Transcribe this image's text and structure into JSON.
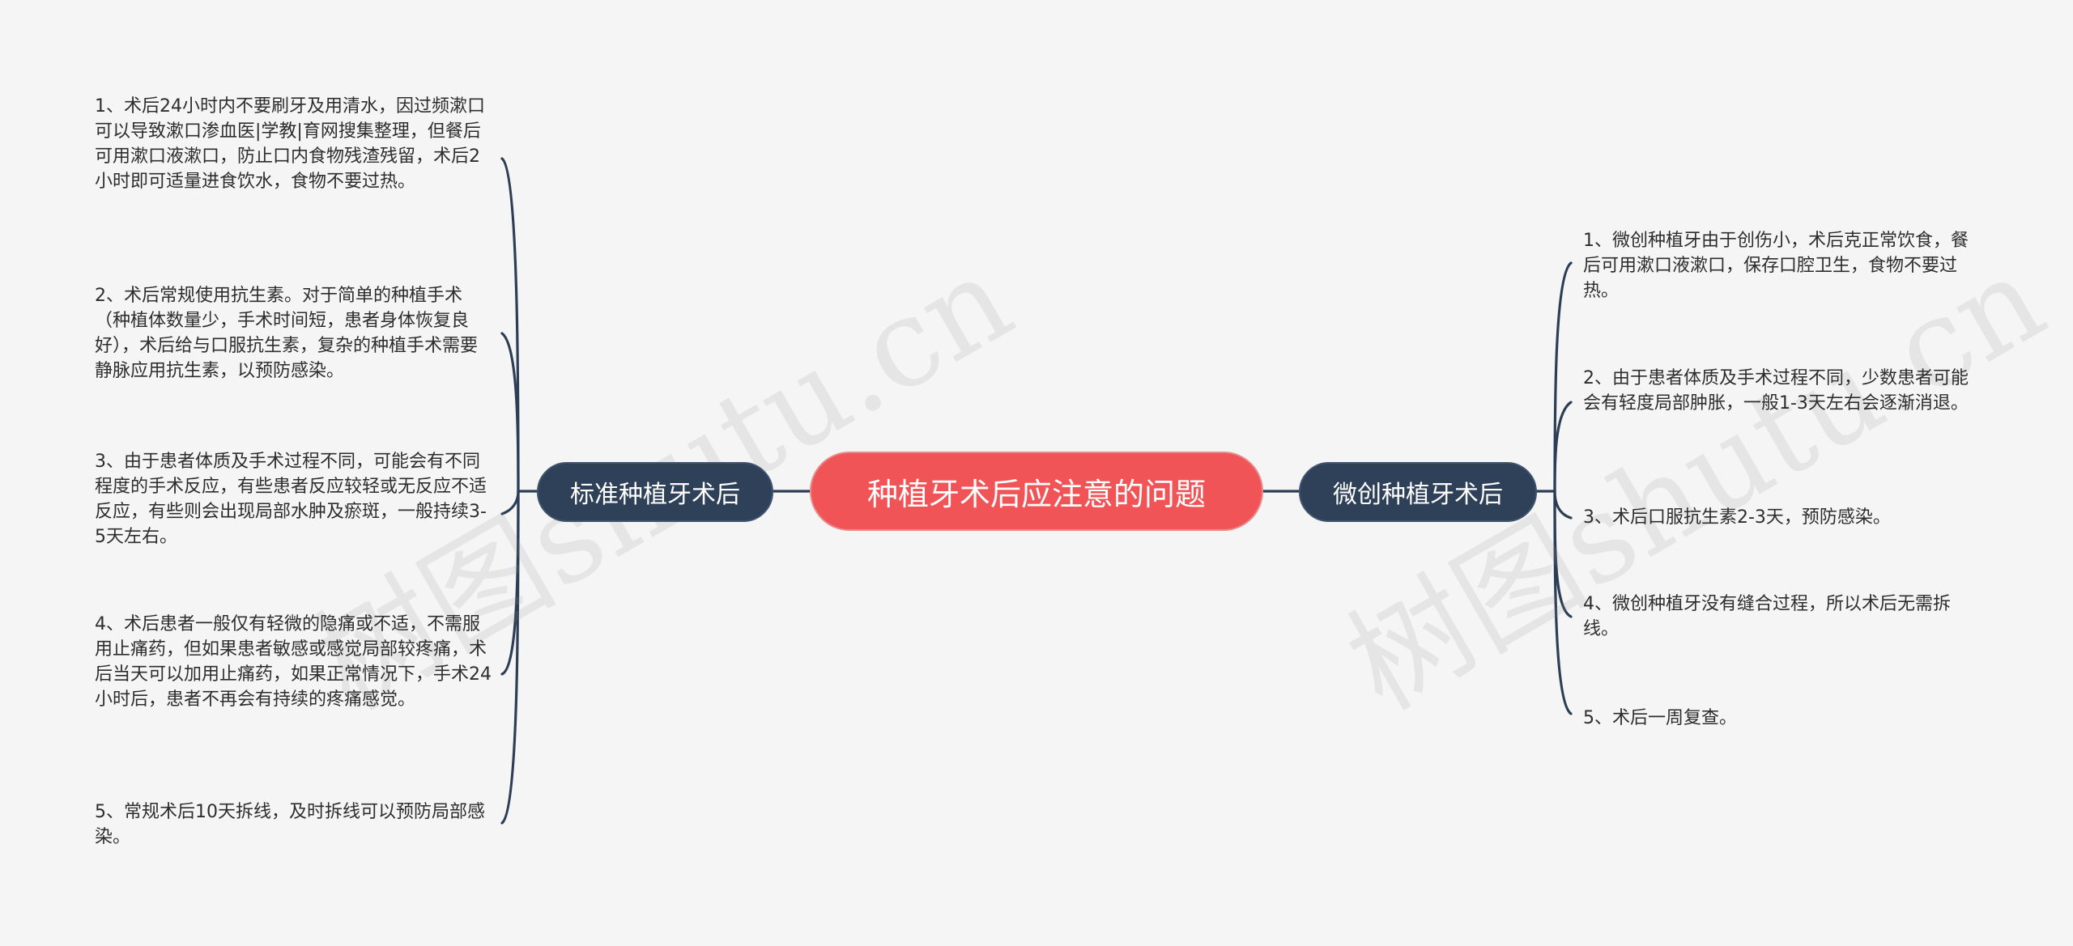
{
  "mindmap": {
    "root": "种植牙术后应注意的问题",
    "left_branch": {
      "label": "标准种植牙术后",
      "items": [
        "1、术后24小时内不要刷牙及用清水，因过频漱口可以导致漱口渗血医|学教|育网搜集整理，但餐后可用漱口液漱口，防止口内食物残渣残留，术后2小时即可适量进食饮水，食物不要过热。",
        "2、术后常规使用抗生素。对于简单的种植手术（种植体数量少，手术时间短，患者身体恢复良好），术后给与口服抗生素，复杂的种植手术需要静脉应用抗生素，以预防感染。",
        "3、由于患者体质及手术过程不同，可能会有不同程度的手术反应，有些患者反应较轻或无反应不适反应，有些则会出现局部水肿及瘀斑，一般持续3-5天左右。",
        "4、术后患者一般仅有轻微的隐痛或不适，不需服用止痛药，但如果患者敏感或感觉局部较疼痛，术后当天可以加用止痛药，如果正常情况下，手术24小时后，患者不再会有持续的疼痛感觉。",
        "5、常规术后10天拆线，及时拆线可以预防局部感染。"
      ]
    },
    "right_branch": {
      "label": "微创种植牙术后",
      "items": [
        "1、微创种植牙由于创伤小，术后克正常饮食，餐后可用漱口液漱口，保存口腔卫生，食物不要过热。",
        "2、由于患者体质及手术过程不同，少数患者可能会有轻度局部肿胀，一般1-3天左右会逐渐消退。",
        "3、术后口服抗生素2-3天，预防感染。",
        "4、微创种植牙没有缝合过程，所以术后无需拆线。",
        "5、术后一周复查。"
      ]
    }
  },
  "watermark": {
    "text": "树图shutu.cn"
  },
  "colors": {
    "background": "#f5f5f5",
    "root_fill": "#f05456",
    "branch_fill": "#2f4159",
    "connector": "#2c3e55",
    "leaf_text": "#2d2d2d"
  }
}
